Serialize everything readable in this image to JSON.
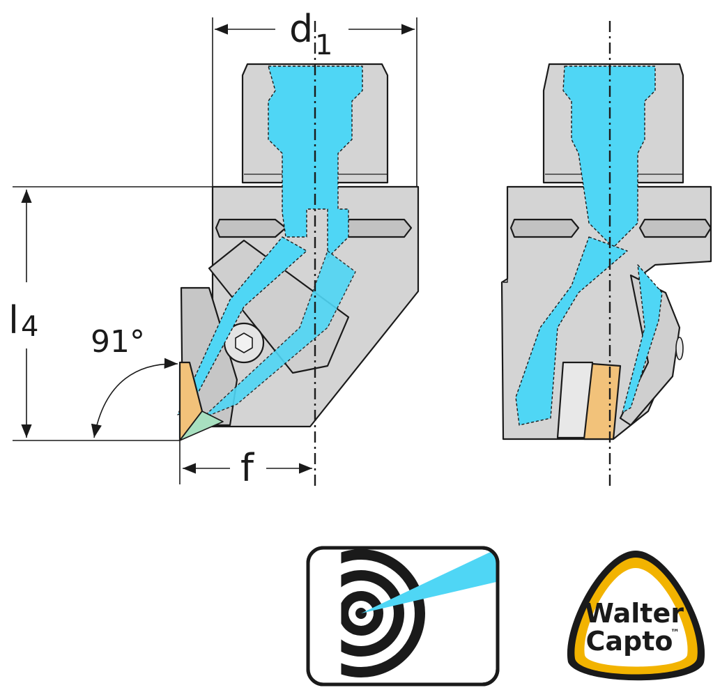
{
  "dimensions": {
    "d1": {
      "main": "d",
      "sub": "1"
    },
    "l4": {
      "main": "l",
      "sub": "4"
    },
    "f": "f",
    "angle": "91°"
  },
  "logos": {
    "capto_line1": "Walter",
    "capto_line2": "Capto",
    "capto_tm": "™"
  },
  "colors": {
    "body_gray": "#d4d4d4",
    "coolant_blue": "#4fd6f5",
    "insert_gold": "#f2c27a",
    "outline": "#1a1a1a"
  },
  "icons": [
    "coolant-target-icon",
    "walter-capto-logo"
  ]
}
